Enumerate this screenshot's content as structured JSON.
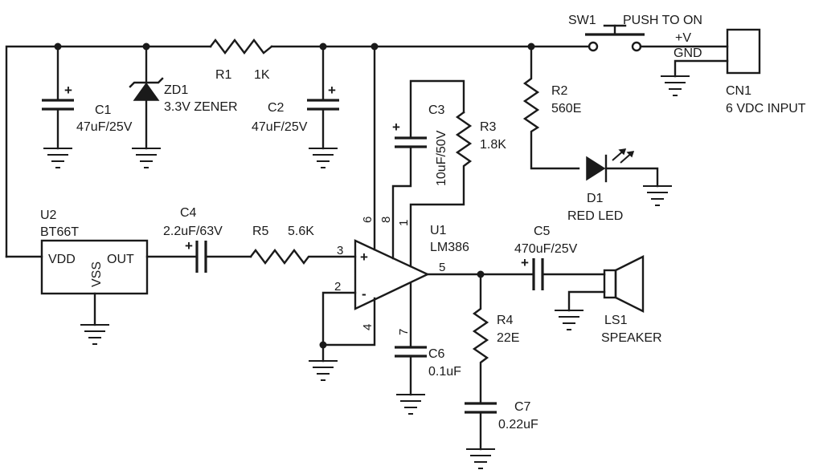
{
  "components": {
    "sw1": {
      "ref": "SW1",
      "desc": "PUSH TO ON"
    },
    "cn1": {
      "ref": "CN1",
      "desc": "6 VDC INPUT",
      "pin_pos": "+V",
      "pin_gnd": "GND"
    },
    "r1": {
      "ref": "R1",
      "value": "1K"
    },
    "r2": {
      "ref": "R2",
      "value": "560E"
    },
    "r3": {
      "ref": "R3",
      "value": "1.8K"
    },
    "r4": {
      "ref": "R4",
      "value": "22E"
    },
    "r5": {
      "ref": "R5",
      "value": "5.6K"
    },
    "c1": {
      "ref": "C1",
      "value": "47uF/25V"
    },
    "c2": {
      "ref": "C2",
      "value": "47uF/25V"
    },
    "c3": {
      "ref": "C3",
      "value": "10uF/50V"
    },
    "c4": {
      "ref": "C4",
      "value": "2.2uF/63V"
    },
    "c5": {
      "ref": "C5",
      "value": "470uF/25V"
    },
    "c6": {
      "ref": "C6",
      "value": "0.1uF"
    },
    "c7": {
      "ref": "C7",
      "value": "0.22uF"
    },
    "zd1": {
      "ref": "ZD1",
      "value": "3.3V ZENER"
    },
    "d1": {
      "ref": "D1",
      "value": "RED LED"
    },
    "u1": {
      "ref": "U1",
      "value": "LM386",
      "pins": {
        "p1": "1",
        "p2": "2",
        "p3": "3",
        "p4": "4",
        "p5": "5",
        "p6": "6",
        "p7": "7",
        "p8": "8"
      },
      "plus": "+",
      "minus": "-"
    },
    "u2": {
      "ref": "U2",
      "value": "BT66T",
      "vdd": "VDD",
      "vss": "VSS",
      "out": "OUT"
    },
    "ls1": {
      "ref": "LS1",
      "value": "SPEAKER"
    }
  },
  "polarity_mark": "+"
}
